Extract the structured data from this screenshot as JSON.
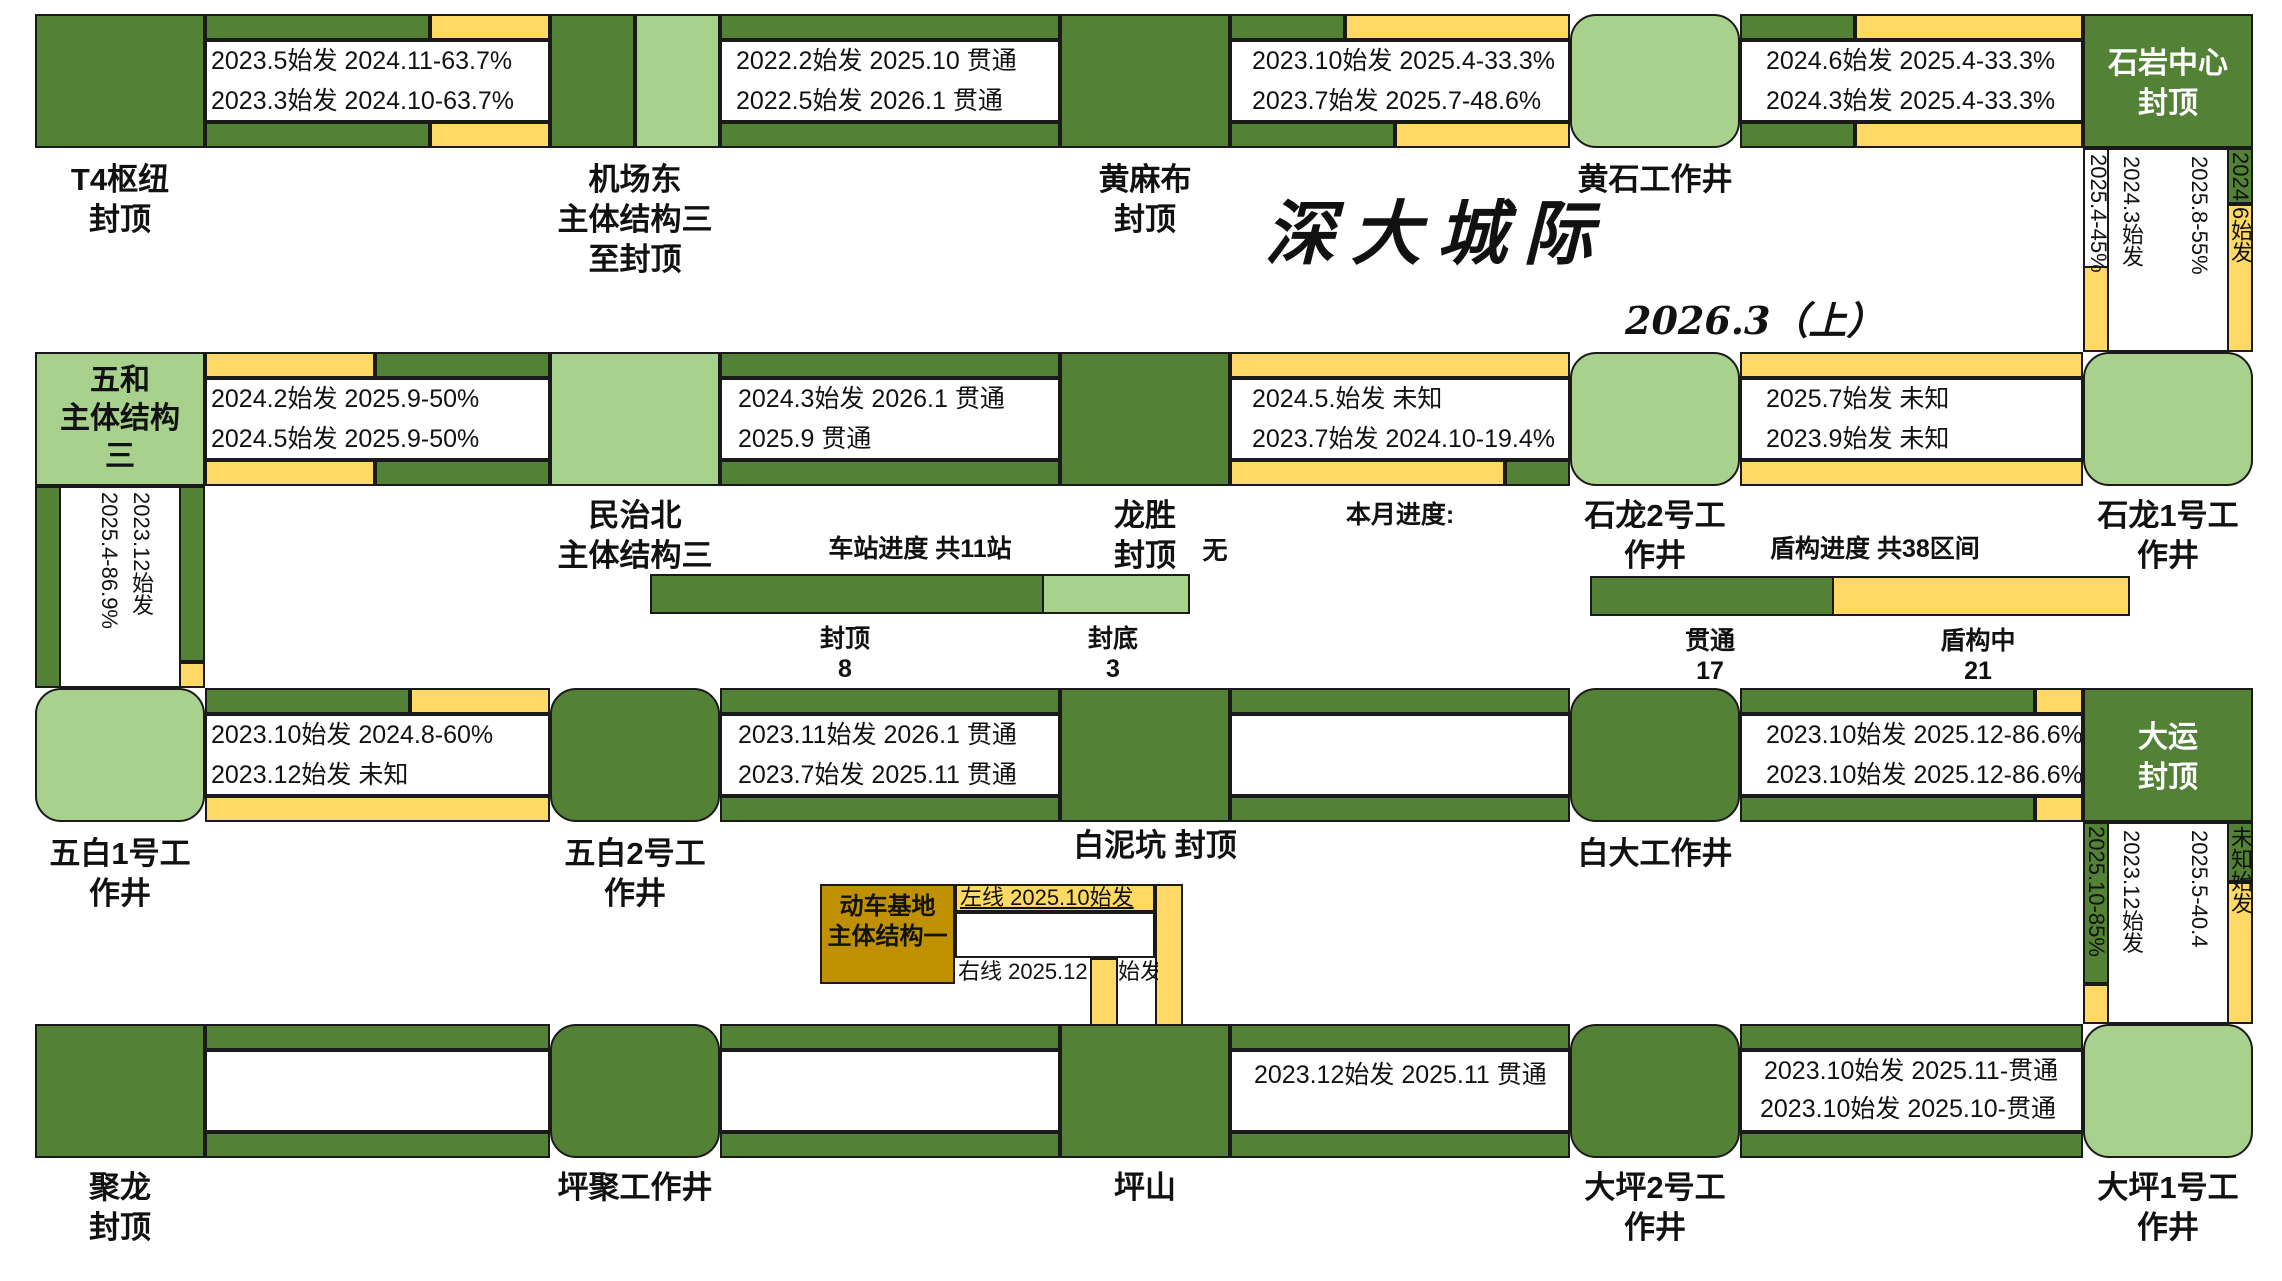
{
  "header": {
    "title": "深大城际",
    "period": "2026.3（上）"
  },
  "stations": {
    "t4": "T4枢纽\n封顶",
    "jichangdong": "机场东\n主体结构三\n至封顶",
    "huangmabu": "黄麻布\n封顶",
    "huangshi": "黄石工作井",
    "shiyan": "石岩中心\n封顶",
    "wuhe": "五和\n主体结构\n三",
    "minzhibei": "民治北\n主体结构三",
    "longsheng": "龙胜\n封顶",
    "longsheng_note": "无",
    "shilong2": "石龙2号工\n作井",
    "shilong1": "石龙1号工\n作井",
    "wubai1": "五白1号工\n作井",
    "wubai2": "五白2号工\n作井",
    "bainikeng": "白泥坑 封顶",
    "baida": "白大工作井",
    "dayun": "大运\n封顶",
    "julong": "聚龙\n封顶",
    "pingju": "坪聚工作井",
    "pingshan": "坪山",
    "daping2": "大坪2号工\n作井",
    "daping1": "大坪1号工\n作井"
  },
  "segments": {
    "r1s1": [
      "2023.5始发 2024.11-63.7%",
      "2023.3始发 2024.10-63.7%"
    ],
    "r1s2": [
      "2022.2始发 2025.10 贯通",
      "2022.5始发 2026.1 贯通"
    ],
    "r1s3": [
      "2023.10始发 2025.4-33.3%",
      "2023.7始发 2025.7-48.6%"
    ],
    "r1s4": [
      "2024.6始发 2025.4-33.3%",
      "2024.3始发 2025.4-33.3%"
    ],
    "r2s1": [
      "2024.2始发 2025.9-50%",
      "2024.5始发 2025.9-50%"
    ],
    "r2s2": [
      "2024.3始发 2026.1 贯通",
      "2025.9 贯通"
    ],
    "r2s3": [
      "2024.5.始发 未知",
      "2023.7始发 2024.10-19.4%"
    ],
    "r2s4": [
      "2025.7始发 未知",
      "2023.9始发 未知"
    ],
    "r3s1": [
      "2023.10始发 2024.8-60%",
      "2023.12始发 未知"
    ],
    "r3s2": [
      "2023.11始发 2026.1 贯通",
      "2023.7始发 2025.11 贯通"
    ],
    "r3s4": [
      "2023.10始发 2025.12-86.6%",
      "2023.10始发 2025.12-86.6%"
    ],
    "r4s3": [
      "2023.12始发 2025.11 贯通"
    ],
    "r4s4": [
      "2023.10始发 2025.11-贯通",
      "2023.10始发 2025.10-贯通"
    ],
    "v_right1": [
      "2025.4-45%",
      "2024.3始发",
      "2025.8-55%",
      "2024.6始发"
    ],
    "v_left": [
      "2023.12始发",
      "2025.4-86.9%"
    ],
    "v_right2": [
      "2025.10-85%",
      "2023.12始发",
      "2025.5-40.4",
      "未知始发"
    ]
  },
  "depot": {
    "name": "动车基地\n主体结构一",
    "left_line": "左线 2025.10始发",
    "right_line": "右线 2025.12",
    "right_suffix": "始发"
  },
  "progress": {
    "monthly_label": "本月进度:",
    "station": {
      "title": "车站进度 共11站",
      "done_label": "封顶",
      "done_value": "8",
      "done_count": 8,
      "rest_label": "封底",
      "rest_value": "3",
      "rest_count": 3
    },
    "shield": {
      "title": "盾构进度 共38区间",
      "done_label": "贯通",
      "done_value": "17",
      "done_count": 17,
      "rest_label": "盾构中",
      "rest_value": "21",
      "rest_count": 21
    }
  },
  "colors": {
    "complete": "#538135",
    "in_progress": "#a9d18e",
    "shield_tbm": "#ffd966",
    "depot": "#bf9000"
  }
}
